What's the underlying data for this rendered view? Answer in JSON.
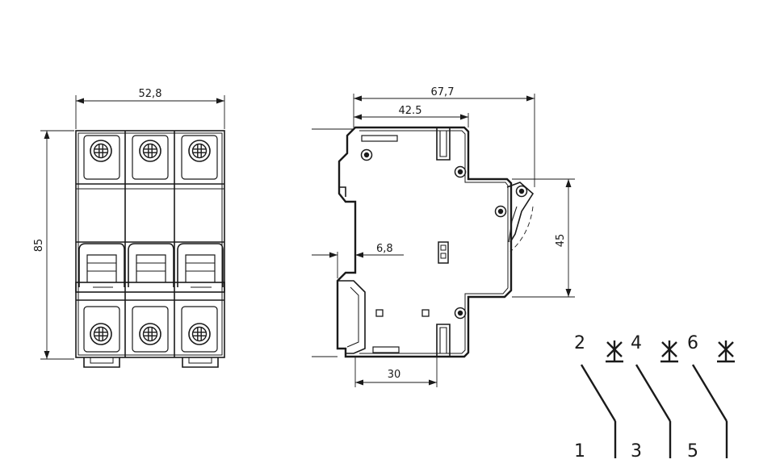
{
  "front_view": {
    "width_label": "52,8",
    "height_label": "85"
  },
  "side_view": {
    "total_depth_label": "67,7",
    "shoulder_depth_label": "42.5",
    "rail_offset_label": "6,8",
    "rail_width_label": "30",
    "handle_height_label": "45"
  },
  "schematic": {
    "top_terminals": [
      "2",
      "4",
      "6"
    ],
    "bottom_terminals": [
      "1",
      "3",
      "5"
    ]
  }
}
